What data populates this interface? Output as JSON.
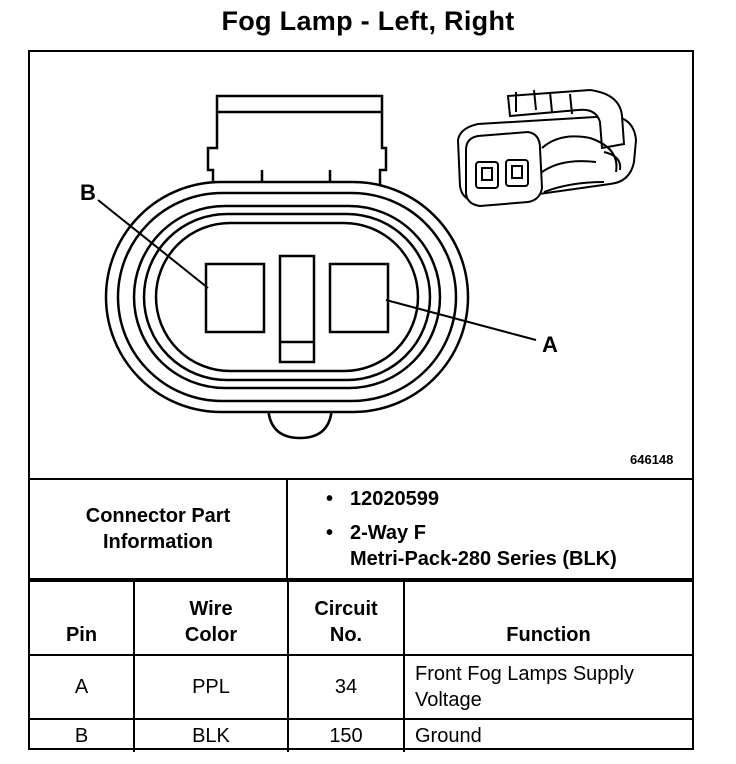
{
  "title": "Fog Lamp - Left, Right",
  "diagram": {
    "pin_label_a": "A",
    "pin_label_b": "B",
    "figure_number": "646148"
  },
  "connector_info": {
    "heading_line1": "Connector Part",
    "heading_line2": "Information",
    "part_number": "12020599",
    "type_line1": "2-Way F",
    "type_line2": "Metri-Pack-280 Series (BLK)",
    "bullet": "•"
  },
  "pin_table": {
    "headers": {
      "pin": "Pin",
      "wire_color_line1": "Wire",
      "wire_color_line2": "Color",
      "circuit_line1": "Circuit",
      "circuit_line2": "No.",
      "function": "Function"
    },
    "rows": [
      {
        "pin": "A",
        "wire_color": "PPL",
        "circuit": "34",
        "function_line1": "Front Fog Lamps Supply",
        "function_line2": "Voltage"
      },
      {
        "pin": "B",
        "wire_color": "BLK",
        "circuit": "150",
        "function_line1": "Ground",
        "function_line2": ""
      }
    ]
  }
}
